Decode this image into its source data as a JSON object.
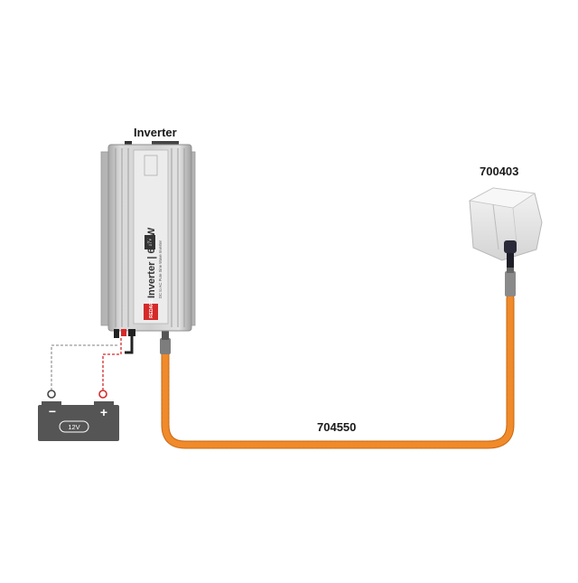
{
  "labels": {
    "inverter": "Inverter",
    "remote_switch": "700403",
    "cable": "704550"
  },
  "inverter": {
    "model_text": "Inverter | 600W",
    "voltage_badge": "12V",
    "subtitle_text": "DC to AC Pure Sine Wave Inverter",
    "brand_text": "REDARC"
  },
  "battery": {
    "label": "12V",
    "minus_symbol": "−",
    "plus_symbol": "+"
  },
  "colors": {
    "cable_orange": "#f08a2a",
    "wire_red": "#d62a2a",
    "dashed_grey": "#9a9a9a",
    "battery_body": "#555555",
    "inverter_body": "#c9c9c9"
  }
}
